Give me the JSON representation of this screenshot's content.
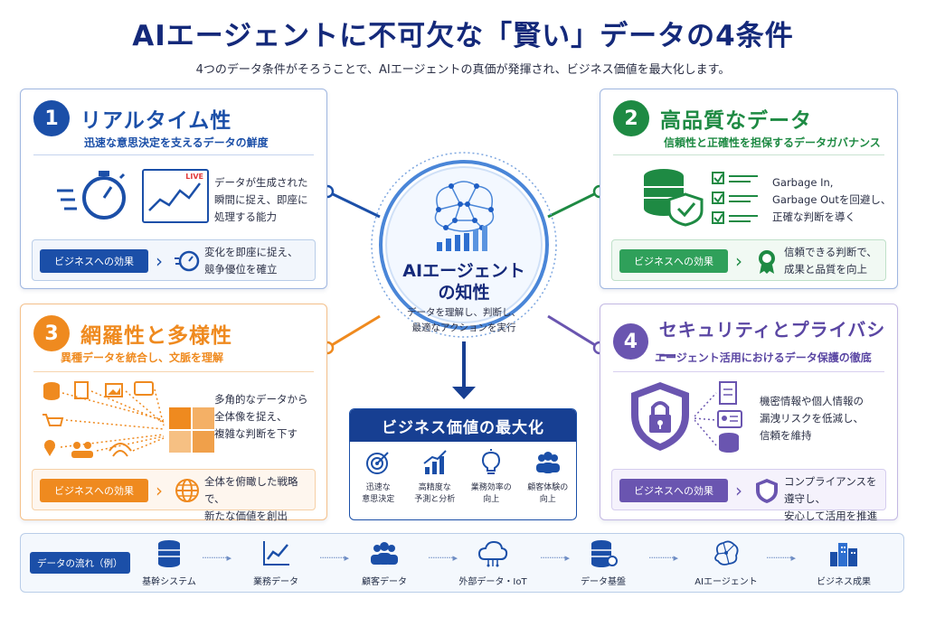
{
  "title": "AIエージェントに不可欠な「賢い」データの4条件",
  "subtitle": "4つのデータ条件がそろうことで、AIエージェントの真価が発揮され、ビジネス価値を最大化します。",
  "cards": [
    {
      "num": "1",
      "title": "リアルタイム性",
      "sub": "迅速な意思決定を支えるデータの鮮度",
      "text": "データが生成された\n瞬間に捉え、即座に\n処理する能力",
      "live": "LIVE",
      "effect_label": "ビジネスへの効果",
      "effect_text": "変化を即座に捉え、\n競争優位を確立",
      "color": "#1b4fa8"
    },
    {
      "num": "2",
      "title": "高品質なデータ",
      "sub": "信頼性と正確性を担保するデータガバナンス",
      "text": "Garbage In,\nGarbage Outを回避し、\n正確な判断を導く",
      "effect_label": "ビジネスへの効果",
      "effect_text": "信頼できる判断で、\n成果と品質を向上",
      "color": "#1e8a43"
    },
    {
      "num": "3",
      "title": "網羅性と多様性",
      "sub": "異種データを統合し、文脈を理解",
      "text": "多角的なデータから\n全体像を捉え、\n複雑な判断を下す",
      "effect_label": "ビジネスへの効果",
      "effect_text": "全体を俯瞰した戦略で、\n新たな価値を創出",
      "color": "#ef8a1f"
    },
    {
      "num": "4",
      "title": "セキュリティとプライバシー",
      "sub": "エージェント活用におけるデータ保護の徹底",
      "text": "機密情報や個人情報の\n漏洩リスクを低減し、\n信頼を維持",
      "effect_label": "ビジネスへの効果",
      "effect_text": "コンプライアンスを遵守し、\n安心して活用を推進",
      "color": "#6a55b0"
    }
  ],
  "center": {
    "title": "AIエージェント\nの知性",
    "desc": "データを理解し、判断し、\n最適なアクションを実行"
  },
  "business": {
    "title": "ビジネス価値の最大化",
    "items": [
      {
        "label": "迅速な\n意思決定",
        "icon": "target-icon"
      },
      {
        "label": "高精度な\n予測と分析",
        "icon": "bar-chart-icon"
      },
      {
        "label": "業務効率の\n向上",
        "icon": "lightbulb-icon"
      },
      {
        "label": "顧客体験の\n向上",
        "icon": "users-icon"
      }
    ]
  },
  "flow": {
    "label": "データの流れ（例）",
    "items": [
      "基幹システム",
      "業務データ",
      "顧客データ",
      "外部データ・IoT",
      "データ基盤",
      "AIエージェント",
      "ビジネス成果"
    ],
    "arrow": "···········▸"
  }
}
